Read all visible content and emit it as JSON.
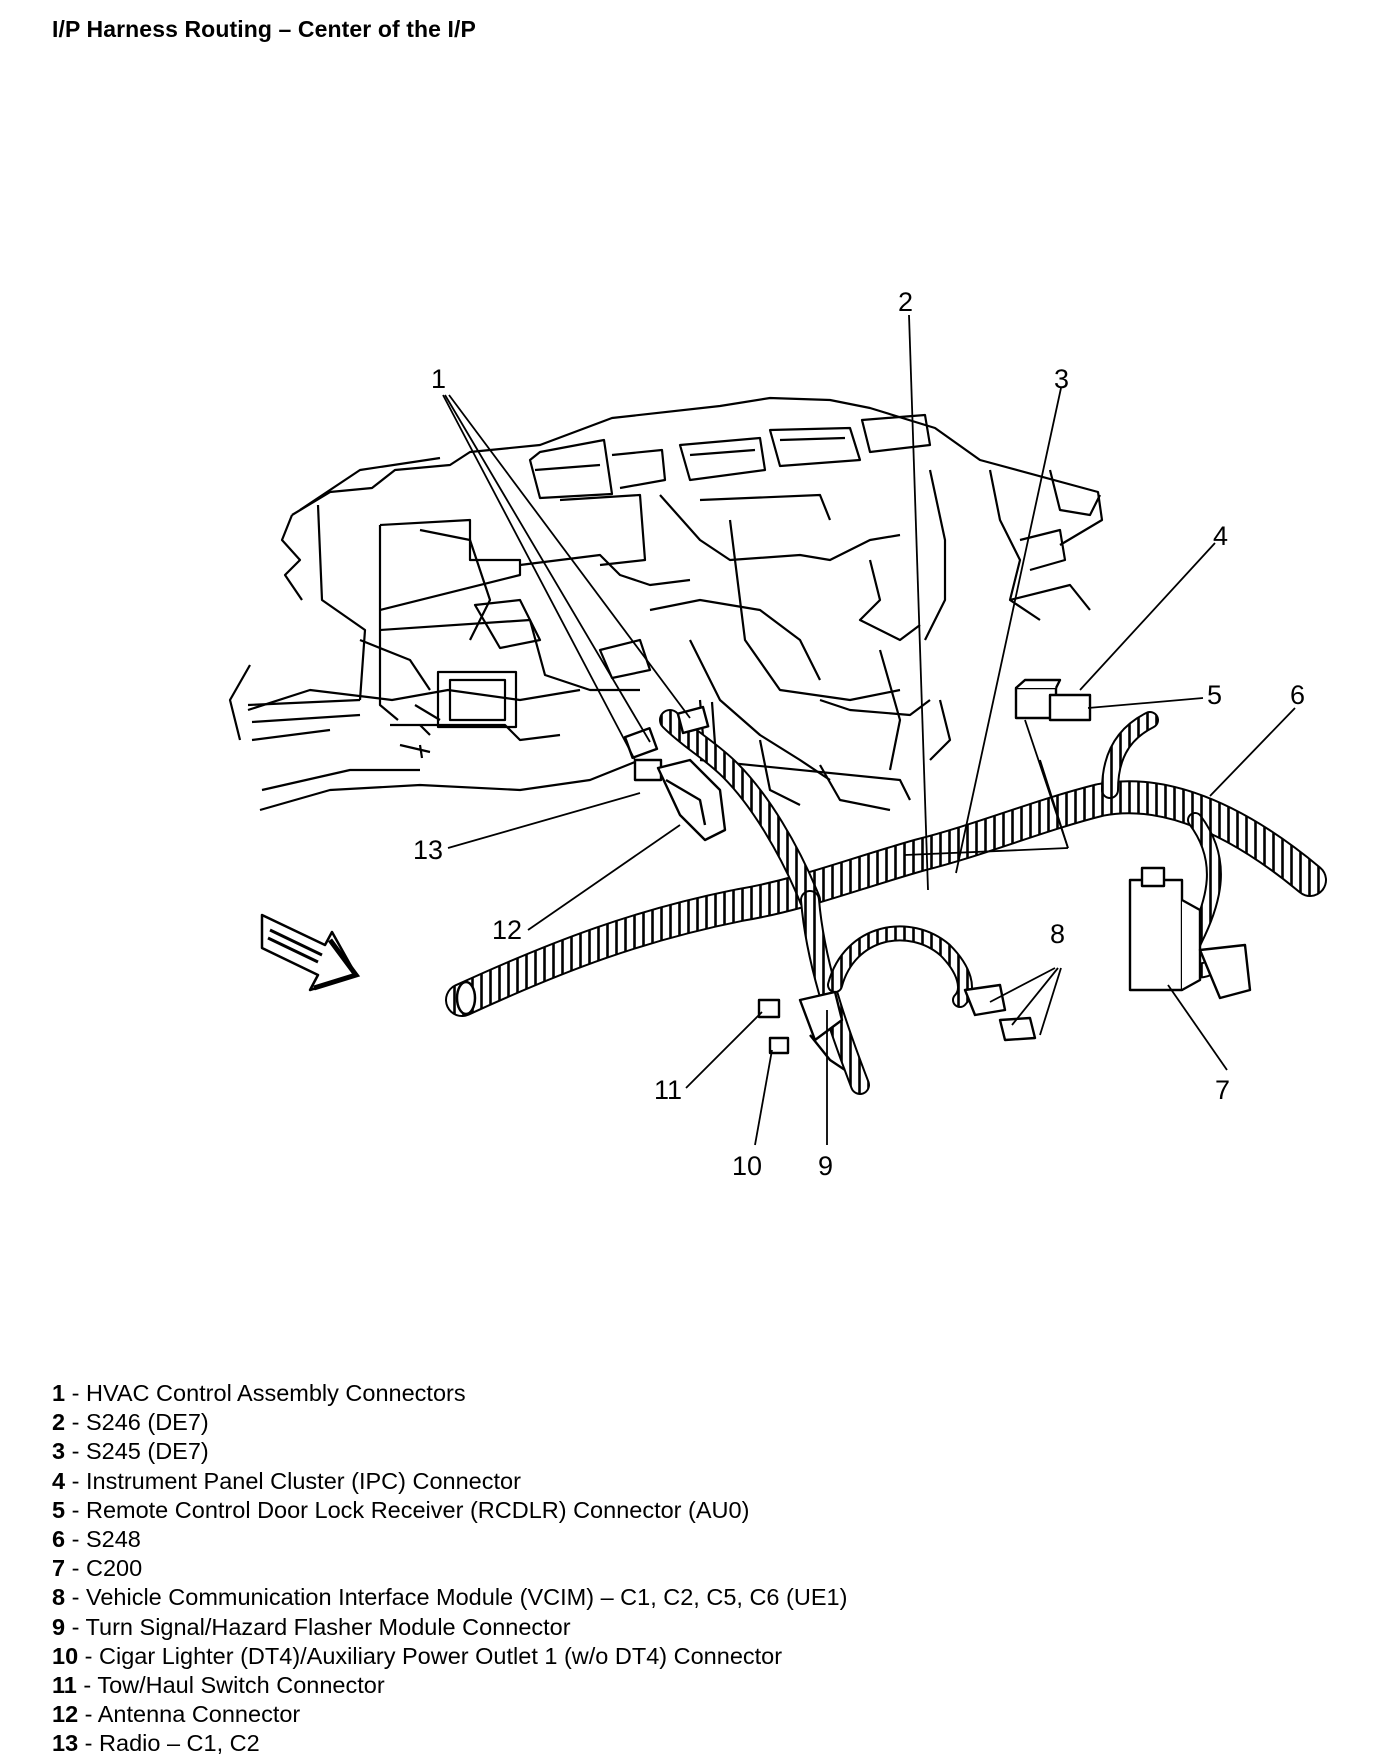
{
  "title": "I/P Harness Routing – Center of the I/P",
  "callouts": [
    {
      "num": "1"
    },
    {
      "num": "2"
    },
    {
      "num": "3"
    },
    {
      "num": "4"
    },
    {
      "num": "5"
    },
    {
      "num": "6"
    },
    {
      "num": "7"
    },
    {
      "num": "8"
    },
    {
      "num": "9"
    },
    {
      "num": "10"
    },
    {
      "num": "11"
    },
    {
      "num": "12"
    },
    {
      "num": "13"
    }
  ],
  "legend": [
    {
      "num": "1",
      "sep": " - ",
      "text": "HVAC Control Assembly Connectors"
    },
    {
      "num": "2",
      "sep": " - ",
      "text": "S246 (DE7)"
    },
    {
      "num": "3",
      "sep": " - ",
      "text": "S245 (DE7)"
    },
    {
      "num": "4",
      "sep": " - ",
      "text": "Instrument Panel Cluster (IPC) Connector"
    },
    {
      "num": "5",
      "sep": " - ",
      "text": "Remote Control Door Lock Receiver (RCDLR) Connector (AU0)"
    },
    {
      "num": "6",
      "sep": " - ",
      "text": "S248"
    },
    {
      "num": "7",
      "sep": " - ",
      "text": "C200"
    },
    {
      "num": "8",
      "sep": " - ",
      "text": "Vehicle Communication Interface Module (VCIM) – C1, C2, C5, C6 (UE1)"
    },
    {
      "num": "9",
      "sep": " - ",
      "text": "Turn Signal/Hazard Flasher Module Connector"
    },
    {
      "num": "10",
      "sep": " - ",
      "text": "Cigar Lighter (DT4)/Auxiliary Power Outlet 1 (w/o DT4) Connector"
    },
    {
      "num": "11",
      "sep": " - ",
      "text": "Tow/Haul Switch Connector"
    },
    {
      "num": "12",
      "sep": " - ",
      "text": "Antenna Connector"
    },
    {
      "num": "13",
      "sep": " - ",
      "text": "Radio – C1, C2"
    }
  ]
}
